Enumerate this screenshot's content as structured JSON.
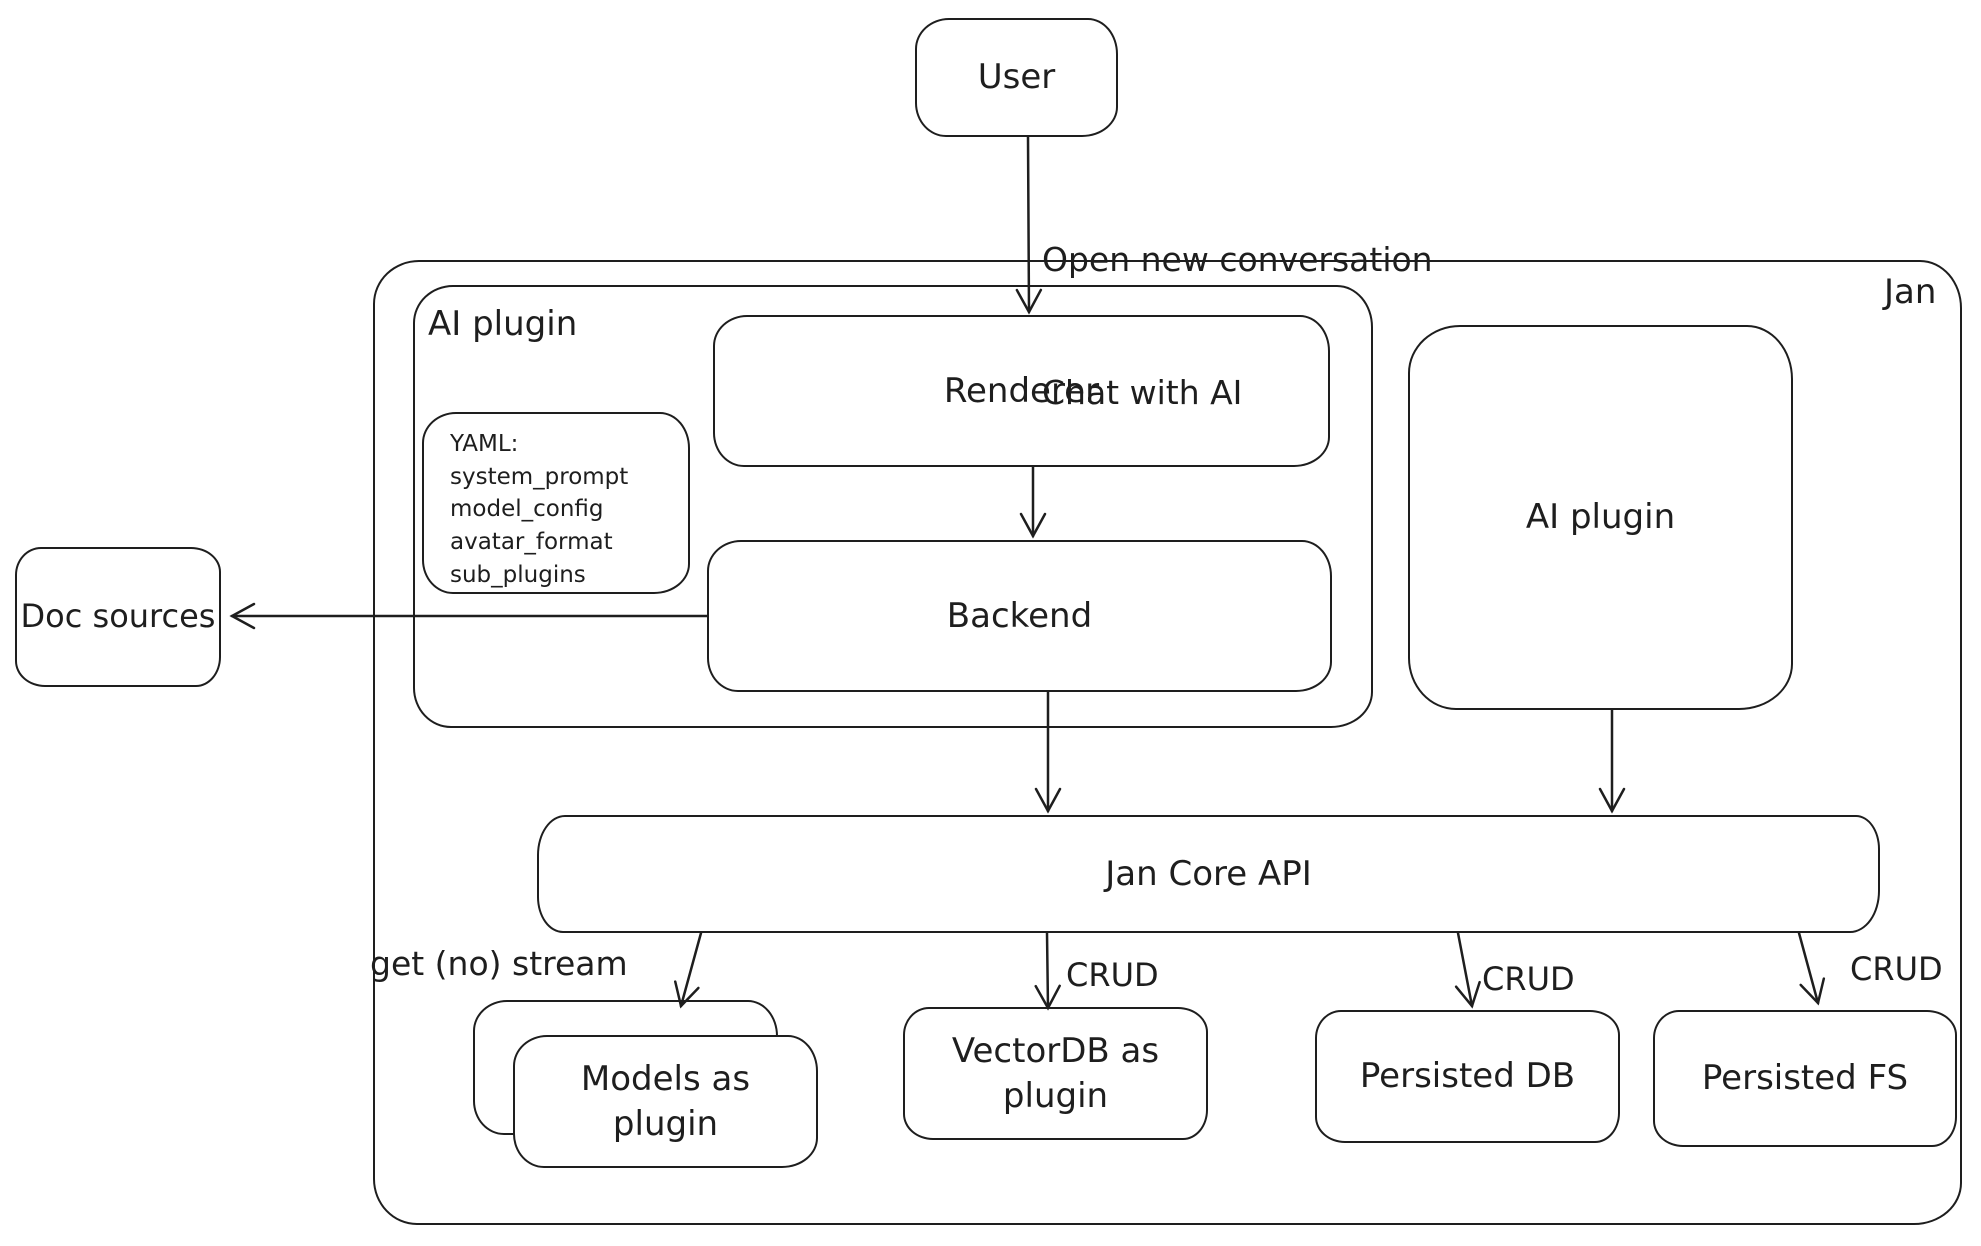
{
  "canvas": {
    "ink_color": "#1e1e1e",
    "background_color": "#ffffff"
  },
  "nodes": {
    "user": "User",
    "jan_container": "Jan",
    "ai_plugin_container": "AI plugin",
    "renderer": "Renderer",
    "backend": "Backend",
    "yaml_note": {
      "lines": [
        "YAML:",
        "system_prompt",
        "model_config",
        "avatar_format",
        "sub_plugins"
      ]
    },
    "doc_sources": "Doc sources",
    "ai_plugin_box": "AI plugin",
    "jan_core_api": "Jan Core API",
    "models_as_plugin": "Models as plugin",
    "vectordb_as_plugin": "VectorDB as plugin",
    "persisted_db": "Persisted DB",
    "persisted_fs": "Persisted FS"
  },
  "edge_labels": {
    "user_to_renderer_line1": "Open new conversation",
    "user_to_renderer_line2": "Chat with AI",
    "core_to_models": "get (no) stream",
    "core_to_vectordb": "CRUD",
    "core_to_persisted_db": "CRUD",
    "core_to_persisted_fs": "CRUD"
  }
}
